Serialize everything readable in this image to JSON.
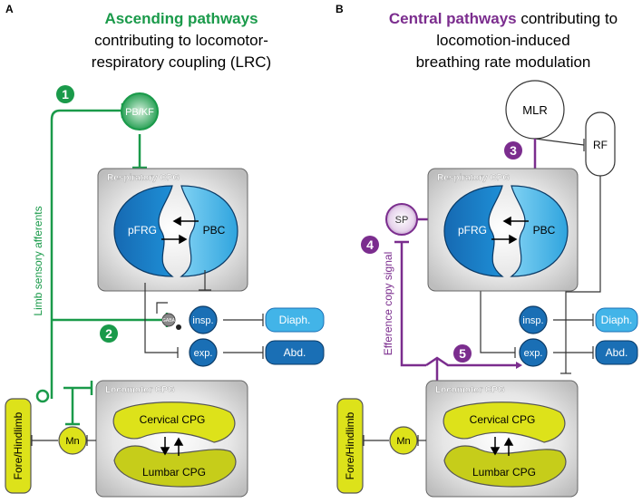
{
  "panel_a": {
    "letter": "A",
    "title_bold": "Ascending pathways",
    "title_line2": "contributing to locomotor-",
    "title_line3": "respiratory coupling (LRC)",
    "marker_1": "1",
    "marker_2": "2",
    "pbkf": "PB/KF",
    "respiratory_cpg": "Respiratory CPG",
    "pfrg": "pFRG",
    "pbc": "PBC",
    "gaba": "GABA",
    "insp": "insp.",
    "exp": "exp.",
    "diaph": "Diaph.",
    "abd": "Abd.",
    "side_label": "Limb sensory afferents",
    "locomotor_cpg": "Locomotor CPG",
    "cervical": "Cervical CPG",
    "lumbar": "Lumbar CPG",
    "limb": "Fore/Hindlimb",
    "mn": "Mn"
  },
  "panel_b": {
    "letter": "B",
    "title_bold": "Central pathways",
    "title_rest": " contributing to",
    "title_line2": "locomotion-induced",
    "title_line3": "breathing rate modulation",
    "mlr": "MLR",
    "rf": "RF",
    "sp": "SP",
    "marker_3": "3",
    "marker_4": "4",
    "marker_5": "5",
    "respiratory_cpg": "Respiratory CPG",
    "pfrg": "pFRG",
    "pbc": "PBC",
    "insp": "insp.",
    "exp": "exp.",
    "diaph": "Diaph.",
    "abd": "Abd.",
    "side_label": "Efference copy signal",
    "locomotor_cpg": "Locomotor CPG",
    "cervical": "Cervical CPG",
    "lumbar": "Lumbar CPG",
    "limb": "Fore/Hindlimb",
    "mn": "Mn"
  },
  "colors": {
    "green": "#1a9a4a",
    "purple": "#7b2d8e",
    "blue_dark": "#1a6fb5",
    "blue_light": "#42b4e8",
    "yellow": "#dde21a",
    "gray_box": "#cfcfcf"
  }
}
